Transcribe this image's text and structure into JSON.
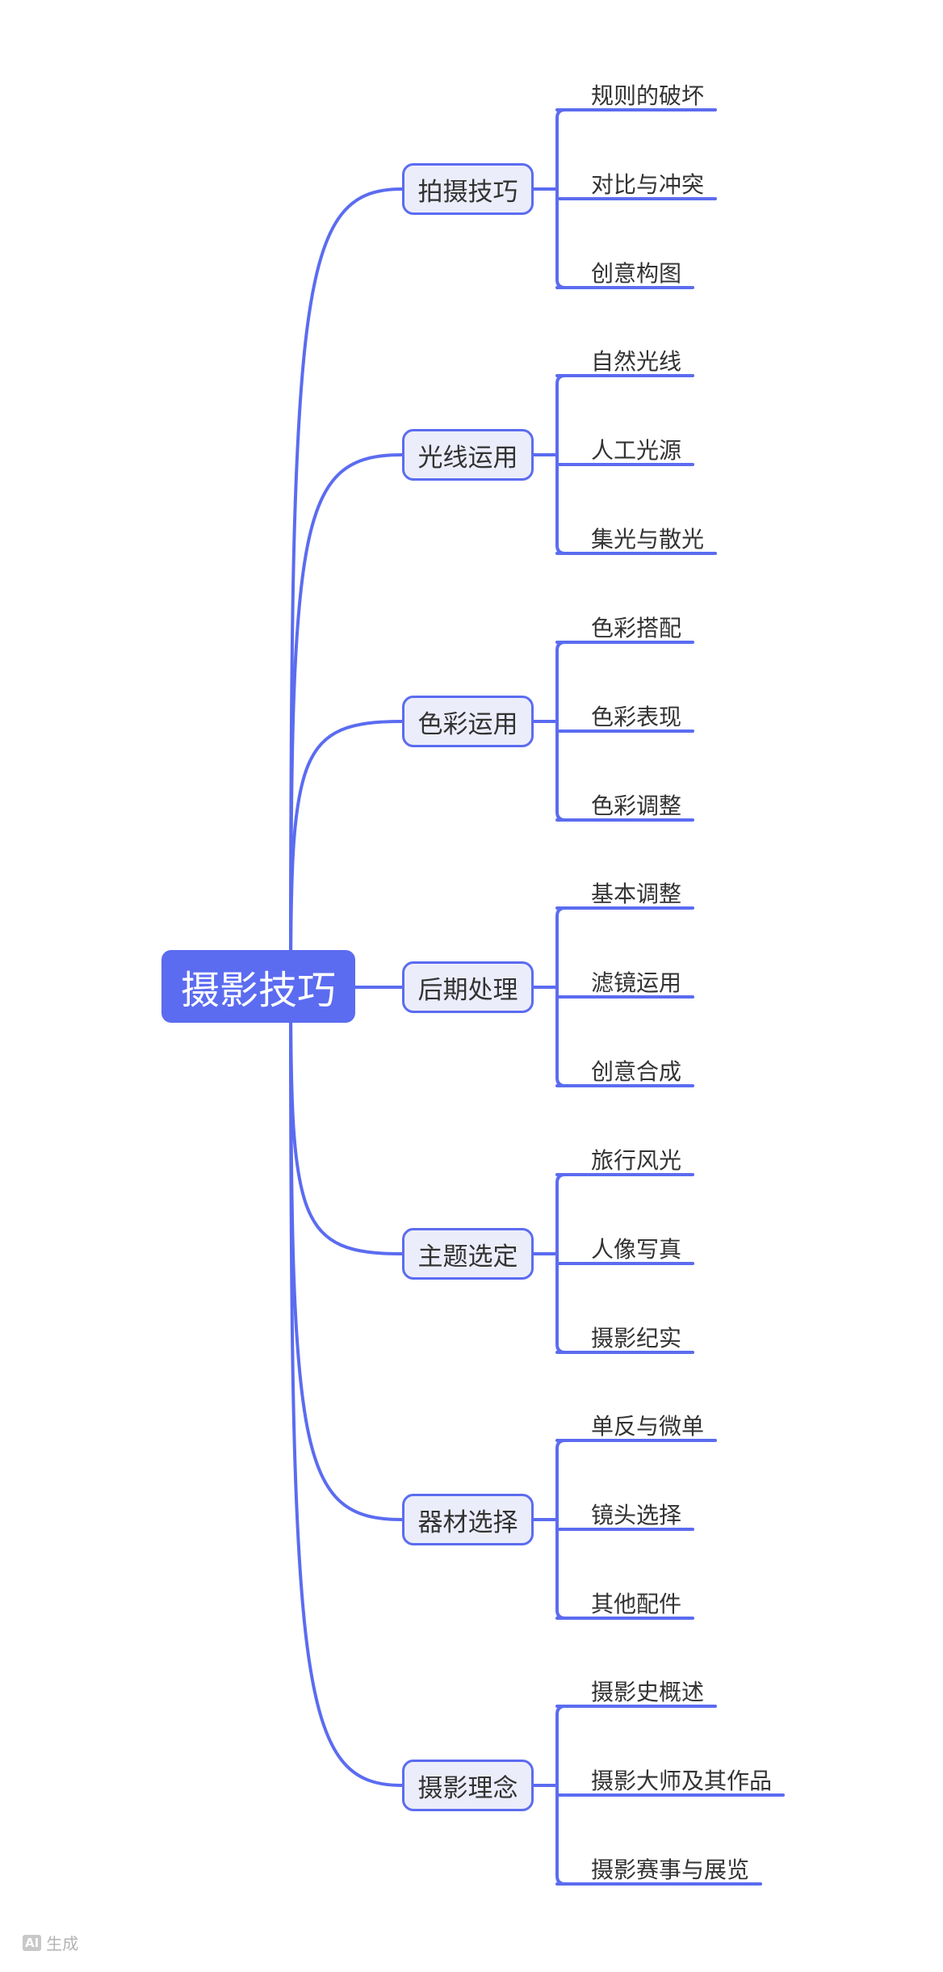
{
  "colors": {
    "line": "#5b6cf0",
    "root_fill": "#5b6cf0",
    "branch_fill": "#ecedfb",
    "branch_border": "#5b6cf0"
  },
  "root": {
    "label": "摄影技巧"
  },
  "branches": [
    {
      "label": "拍摄技巧",
      "children": [
        "规则的破坏",
        "对比与冲突",
        "创意构图"
      ]
    },
    {
      "label": "光线运用",
      "children": [
        "自然光线",
        "人工光源",
        "集光与散光"
      ]
    },
    {
      "label": "色彩运用",
      "children": [
        "色彩搭配",
        "色彩表现",
        "色彩调整"
      ]
    },
    {
      "label": "后期处理",
      "children": [
        "基本调整",
        "滤镜运用",
        "创意合成"
      ]
    },
    {
      "label": "主题选定",
      "children": [
        "旅行风光",
        "人像写真",
        "摄影纪实"
      ]
    },
    {
      "label": "器材选择",
      "children": [
        "单反与微单",
        "镜头选择",
        "其他配件"
      ]
    },
    {
      "label": "摄影理念",
      "children": [
        "摄影史概述",
        "摄影大师及其作品",
        "摄影赛事与展览"
      ]
    }
  ],
  "watermark": {
    "ai": "AI",
    "text": "生成"
  }
}
